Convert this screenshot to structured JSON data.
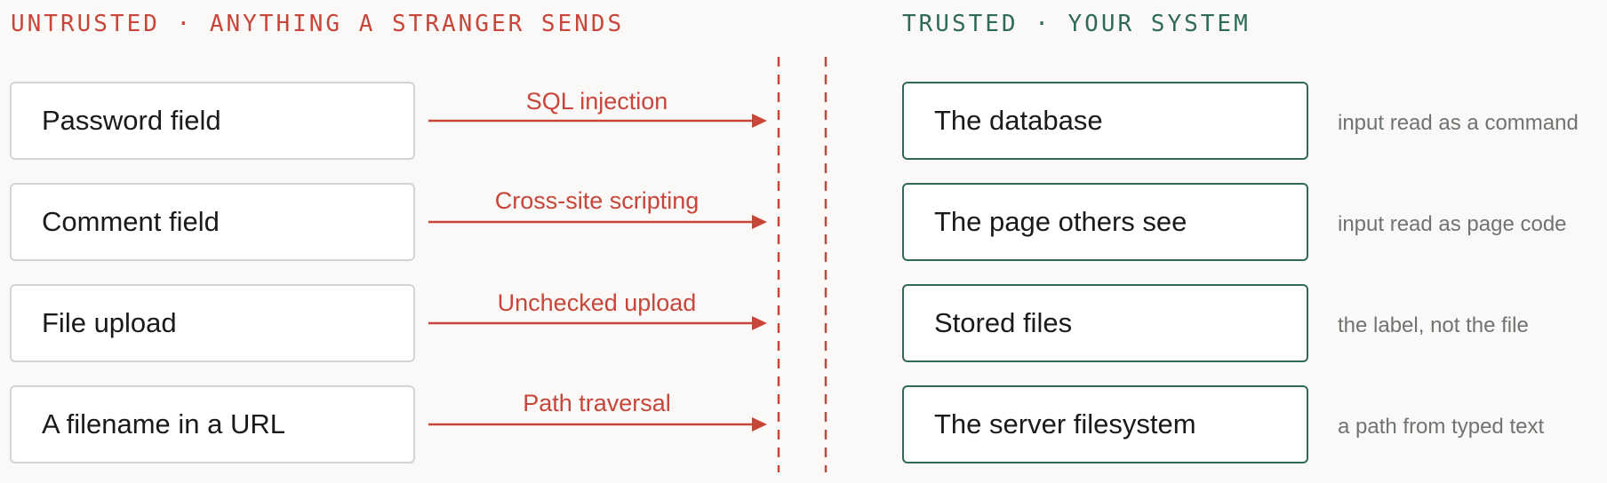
{
  "headings": {
    "untrusted": "UNTRUSTED · ANYTHING A STRANGER SENDS",
    "trusted": "TRUSTED · YOUR SYSTEM"
  },
  "rows": [
    {
      "source": "Password field",
      "attack": "SQL injection",
      "target": "The database",
      "note": "input read as a command"
    },
    {
      "source": "Comment field",
      "attack": "Cross-site scripting",
      "target": "The page others see",
      "note": "input read as page code"
    },
    {
      "source": "File upload",
      "attack": "Unchecked upload",
      "target": "Stored files",
      "note": "the label, not the file"
    },
    {
      "source": "A filename in a URL",
      "attack": "Path traversal",
      "target": "The server filesystem",
      "note": "a path from typed text"
    }
  ],
  "colors": {
    "untrusted": "#c8453a",
    "trusted": "#2e6a57",
    "note": "#6f7470"
  }
}
